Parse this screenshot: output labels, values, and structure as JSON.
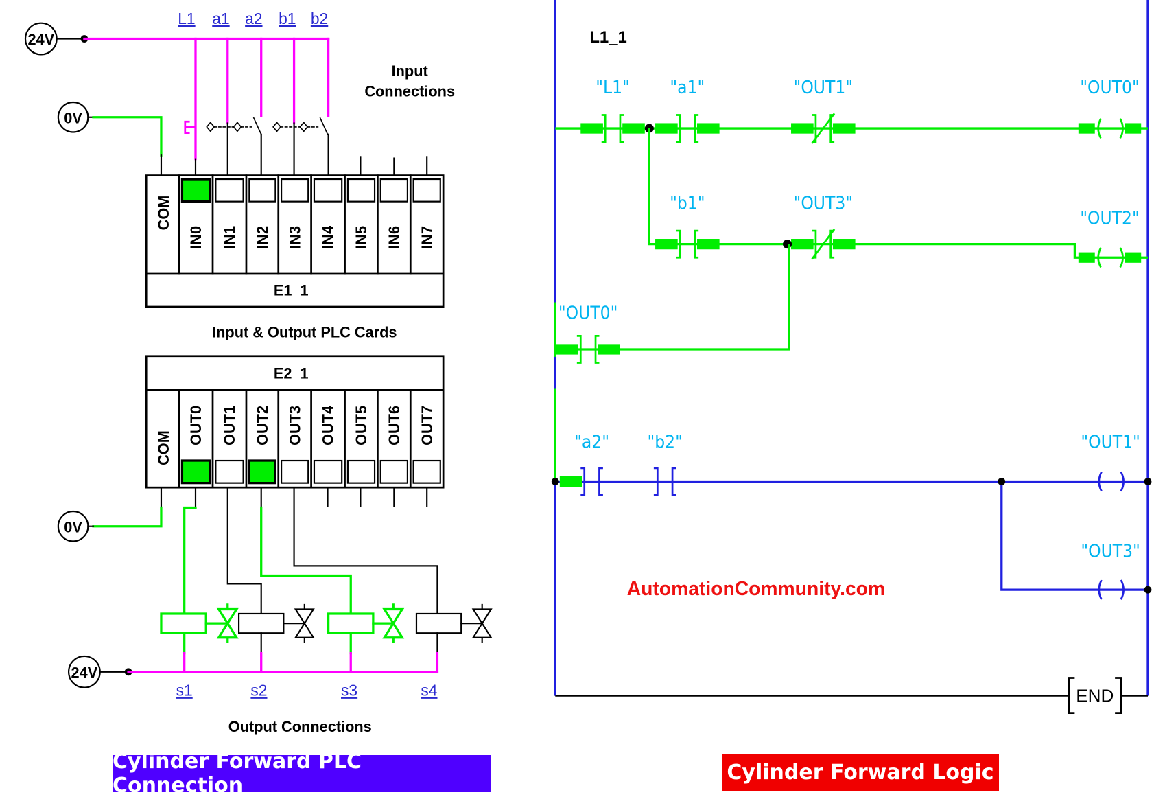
{
  "plc_connection": {
    "input_labels": [
      "L1",
      "a1",
      "a2",
      "b1",
      "b2"
    ],
    "supply_top": "24V",
    "zero_v_input": "0V",
    "input_connections_title": [
      "Input",
      "Connections"
    ],
    "input_card": {
      "name": "E1_1",
      "com": "COM",
      "channels": [
        "IN0",
        "IN1",
        "IN2",
        "IN3",
        "IN4",
        "IN5",
        "IN6",
        "IN7"
      ],
      "active": [
        true,
        false,
        false,
        false,
        false,
        false,
        false,
        false
      ]
    },
    "cards_title": "Input & Output PLC Cards",
    "output_card": {
      "name": "E2_1",
      "com": "COM",
      "channels": [
        "OUT0",
        "OUT1",
        "OUT2",
        "OUT3",
        "OUT4",
        "OUT5",
        "OUT6",
        "OUT7"
      ],
      "active": [
        true,
        false,
        true,
        false,
        false,
        false,
        false,
        false
      ]
    },
    "zero_v_output": "0V",
    "supply_bottom": "24V",
    "solenoid_labels": [
      "s1",
      "s2",
      "s3",
      "s4"
    ],
    "solenoids_energized": [
      true,
      false,
      true,
      false
    ],
    "output_connections_title": "Output Connections",
    "banner": "Cylinder Forward PLC Connection",
    "banner_color": "#4f00ff"
  },
  "ladder": {
    "network": "L1_1",
    "rung1": {
      "contacts": [
        "\"L1\"",
        "\"a1\""
      ],
      "nc_contact": "\"OUT1\"",
      "coil": "\"OUT0\""
    },
    "rung1_branch": {
      "contact": "\"b1\"",
      "nc_contact": "\"OUT3\"",
      "coil": "\"OUT2\""
    },
    "rung1_latch": {
      "contact": "\"OUT0\""
    },
    "rung2": {
      "contacts": [
        "\"a2\"",
        "\"b2\""
      ],
      "coil": "\"OUT1\"",
      "coil_branch": "\"OUT3\""
    },
    "end": "END",
    "watermark": "AutomationCommunity.com",
    "banner": "Cylinder Forward Logic",
    "banner_color": "#f00000",
    "energized_color": "#00ee00",
    "deenergized_color": "#2020e0"
  }
}
